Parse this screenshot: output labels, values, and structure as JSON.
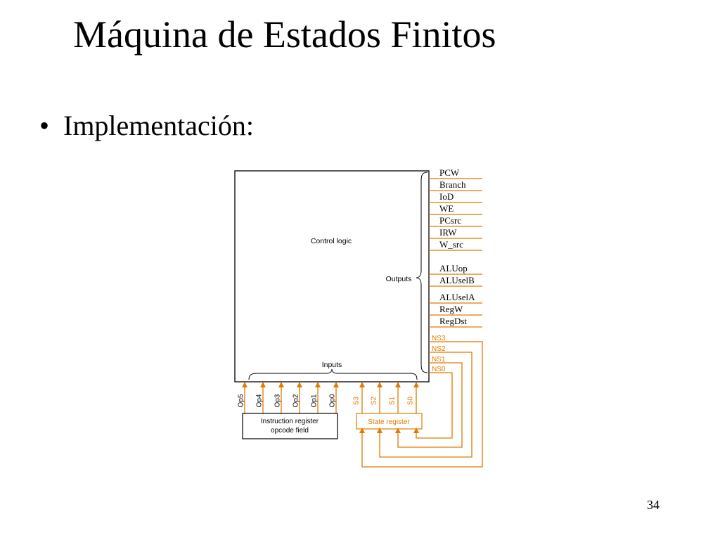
{
  "slide": {
    "title": "Máquina de Estados Finitos",
    "bullet": "Implementación:",
    "page_number": "34"
  },
  "colors": {
    "accent_orange": "#E07B00",
    "line_black": "#000000"
  },
  "diagram": {
    "control_logic_label": "Control logic",
    "outputs_label": "Outputs",
    "inputs_label": "Inputs",
    "outputs": [
      "PCW",
      "Branch",
      "IoD",
      "WE",
      "PCsrc",
      "IRW",
      "W_src",
      "ALUop",
      "ALUselB",
      "ALUselA",
      "RegW",
      "RegDst"
    ],
    "next_state": [
      "NS3",
      "NS2",
      "NS1",
      "NS0"
    ],
    "opcode_inputs": [
      "Op5",
      "Op4",
      "Op3",
      "Op2",
      "Op1",
      "Op0"
    ],
    "state_inputs": [
      "S3",
      "S2",
      "S1",
      "S0"
    ],
    "instruction_register": {
      "line1": "Instruction register",
      "line2": "opcode field"
    },
    "state_register": "State register"
  }
}
